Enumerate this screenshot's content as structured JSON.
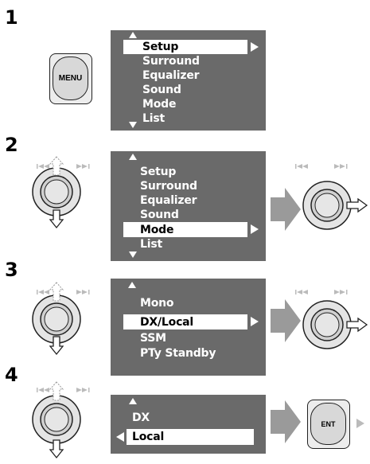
{
  "steps": [
    {
      "number": "1",
      "button_label": "MENU",
      "menu": [
        "Setup",
        "Surround",
        "Equalizer",
        "Sound",
        "Mode",
        "List"
      ],
      "selected": "Setup"
    },
    {
      "number": "2",
      "menu": [
        "Setup",
        "Surround",
        "Equalizer",
        "Sound",
        "Mode",
        "List"
      ],
      "selected": "Mode"
    },
    {
      "number": "3",
      "menu": [
        "Mono",
        "DX/Local",
        "SSM",
        "PTy Standby"
      ],
      "selected": "DX/Local"
    },
    {
      "number": "4",
      "menu": [
        "DX",
        "Local"
      ],
      "selected": "Local",
      "button_label": "ENT"
    }
  ],
  "icons": {
    "skip_back": "skip-back-icon",
    "skip_forward": "skip-forward-icon",
    "arrow_up": "arrow-up-icon",
    "arrow_down": "arrow-down-icon",
    "arrow_right": "arrow-right-icon",
    "next_step": "big-right-arrow-icon"
  },
  "colors": {
    "panel": "#6a6a6a",
    "highlight": "#ffffff",
    "next_arrow": "#9a9a9a"
  }
}
